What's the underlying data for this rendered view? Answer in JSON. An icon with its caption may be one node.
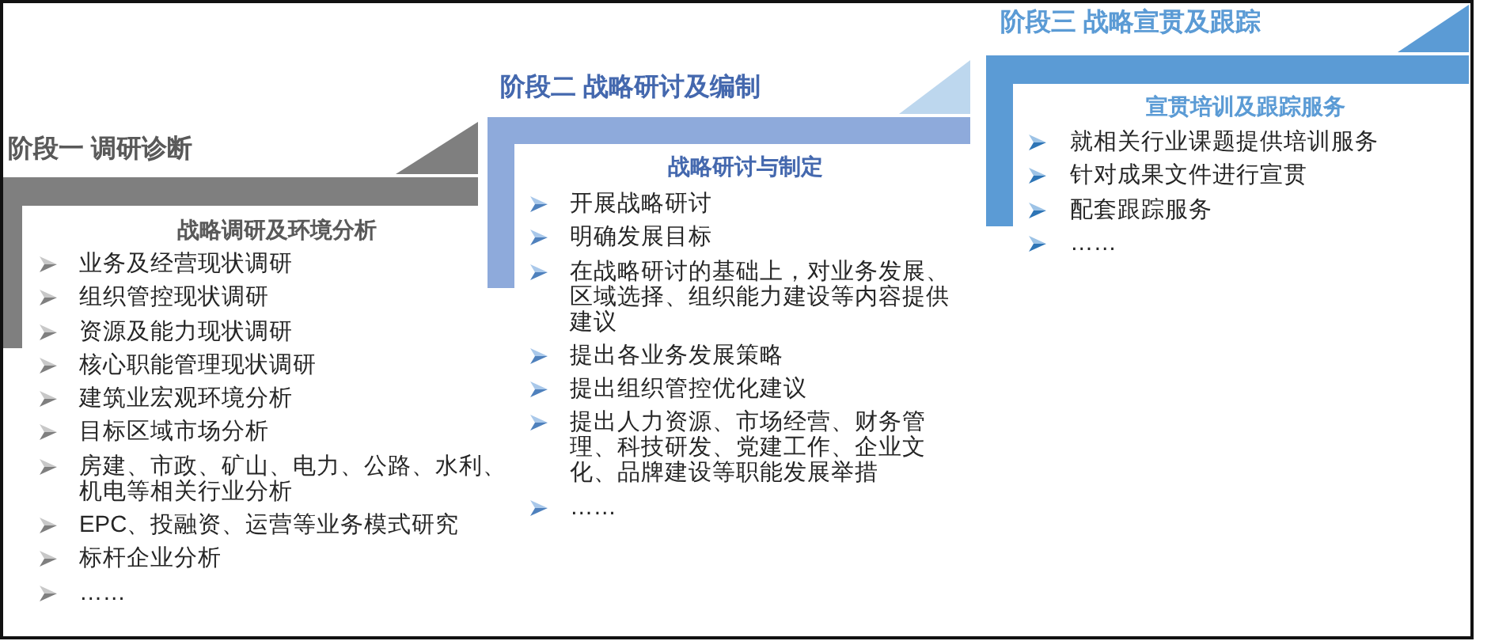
{
  "diagram": {
    "nodes": [
      {
        "text": [
          "阶段一 调研诊断",
          "战略调研及环境分析",
          "业务及经营现状调研",
          "组织管控现状调研",
          "资源及能力现状调研",
          "核心职能管理现状调研",
          "建筑业宏观环境分析",
          "目标区域市场分析",
          "房建、市政、矿山、电力、公路、水利、机电等相关行业分析",
          "EPC、投融资、运营等业务模式研究",
          "标杆企业分析",
          "……"
        ]
      },
      {
        "text": [
          "阶段二 战略研讨及编制",
          "战略研讨与制定",
          "开展战略研讨",
          "明确发展目标",
          "在战略研讨的基础上，对业务发展、区域选择、组织能力建设等内容提供建议",
          "提出各业务发展策略",
          "提出组织管控优化建议",
          "提出人力资源、市场经营、财务管理、科技研发、党建工作、企业文化、品牌建设等职能发展举措",
          "……"
        ]
      },
      {
        "text": [
          "阶段三 战略宣贯及跟踪",
          "宣贯培训及跟踪服务",
          "就相关行业课题提供培训服务",
          "针对成果文件进行宣贯",
          "配套跟踪服务",
          "……"
        ]
      }
    ]
  }
}
